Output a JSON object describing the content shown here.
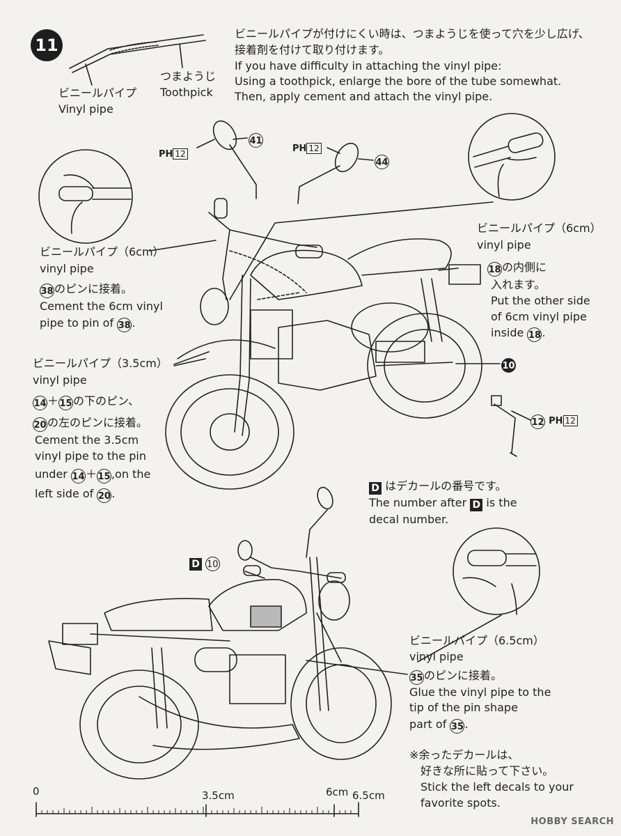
{
  "step": {
    "number": "11"
  },
  "toothpick_diagram": {
    "vinyl_pipe_jp": "ビニールパイプ",
    "vinyl_pipe_en": "Vinyl pipe",
    "toothpick_jp": "つまようじ",
    "toothpick_en": "Toothpick"
  },
  "top_instructions": {
    "jp_line1": "ビニールパイプが付けにくい時は、つまようじを使って穴を少し広げ、",
    "jp_line2": "接着剤を付けて取り付けます。",
    "en_line1": "If you have difficulty in attaching the vinyl pipe:",
    "en_line2": "Using a toothpick, enlarge the bore of the tube somewhat.",
    "en_line3": "Then, apply cement and attach the vinyl pipe."
  },
  "parts": {
    "mirror_left_num": "41",
    "mirror_right_num": "44",
    "ph_label": "PH",
    "ph_num": "12",
    "stand_num": "12",
    "frame_num": "10"
  },
  "callout_left_6cm": {
    "jp_title": "ビニールパイプ（6cm）",
    "en_title": "vinyl pipe",
    "pin_num": "38",
    "jp_suffix": "のピンに接着。",
    "en_line1": "Cement the 6cm vinyl",
    "en_line2_prefix": "pipe to pin of",
    "en_line2_suffix": "."
  },
  "callout_right_6cm": {
    "jp_title": "ビニールパイプ（6cm）",
    "en_title": "vinyl pipe",
    "num": "18",
    "jp_suffix1": "の内側に",
    "jp_line2": "入れます。",
    "en_line1": "Put the other side",
    "en_line2": "of 6cm vinyl pipe",
    "en_line3_prefix": "inside",
    "en_line3_suffix": "."
  },
  "callout_35cm": {
    "jp_title": "ビニールパイプ（3.5cm）",
    "en_title": "vinyl pipe",
    "num_a": "14",
    "plus": "＋",
    "num_b": "15",
    "jp_suffix1": "の下のピン、",
    "num_c": "20",
    "jp_suffix2": "の左のピンに接着。",
    "en_line1": "Cement the 3.5cm",
    "en_line2": "vinyl pipe to the pin",
    "en_line3_prefix": "under",
    "en_line3_suffix": ",on the",
    "en_line4_prefix": "left side of",
    "en_line4_suffix": "."
  },
  "decal_note": {
    "d_label": "D",
    "jp_suffix": "はデカールの番号です。",
    "en_line1_prefix": "The number after",
    "en_line1_suffix": "is the",
    "en_line2": "decal number.",
    "decal_num": "10"
  },
  "callout_65cm": {
    "jp_title": "ビニールパイプ（6.5cm）",
    "en_title": "vinyl pipe",
    "num": "35",
    "jp_suffix": "のピンに接着。",
    "en_line1": "Glue the vinyl pipe to the",
    "en_line2": "tip of the pin shape",
    "en_line3_prefix": "part of",
    "en_line3_suffix": "."
  },
  "leftover_note": {
    "jp_line1": "※余ったデカールは、",
    "jp_line2": "好きな所に貼って下さい。",
    "en_line1": "Stick the left decals to your",
    "en_line2": "favorite spots."
  },
  "scale": {
    "label_0": "0",
    "label_35": "3.5cm",
    "label_6": "6cm",
    "label_65": "6.5cm"
  },
  "watermark": {
    "text": "HOBBY SEARCH"
  }
}
